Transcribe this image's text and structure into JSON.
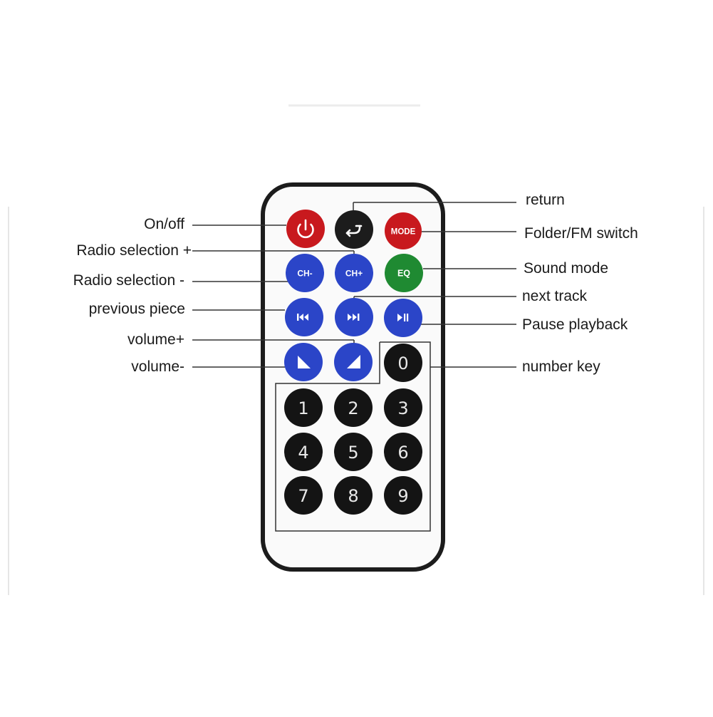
{
  "labels": {
    "left": {
      "on_off": "On/off",
      "radio_plus": "Radio selection +",
      "radio_minus": "Radio selection -",
      "previous_piece": "previous piece",
      "volume_plus": "volume+",
      "volume_minus": "volume-"
    },
    "right": {
      "return": "return",
      "folder_fm": "Folder/FM switch",
      "sound_mode": "Sound mode",
      "next_track": "next track",
      "pause_playback": "Pause playback",
      "number_key": "number key"
    }
  },
  "buttons": {
    "mode": "MODE",
    "ch_minus": "CH-",
    "ch_plus": "CH+",
    "eq": "EQ",
    "digits": [
      "0",
      "1",
      "2",
      "3",
      "4",
      "5",
      "6",
      "7",
      "8",
      "9"
    ]
  },
  "colors": {
    "power": "#c8191e",
    "return": "#1c1c1c",
    "mode": "#c8191e",
    "blue": "#2b45c8",
    "eq": "#1f8a32",
    "number": "#141414",
    "remote_outline": "#1c1c1c",
    "remote_body": "#fafafa"
  },
  "icons": {
    "power": "power-icon",
    "return": "return-arrow-icon",
    "previous": "previous-track-icon",
    "next": "next-track-icon",
    "play_pause": "play-pause-icon",
    "volume_up": "volume-up-icon",
    "volume_down": "volume-down-icon"
  }
}
